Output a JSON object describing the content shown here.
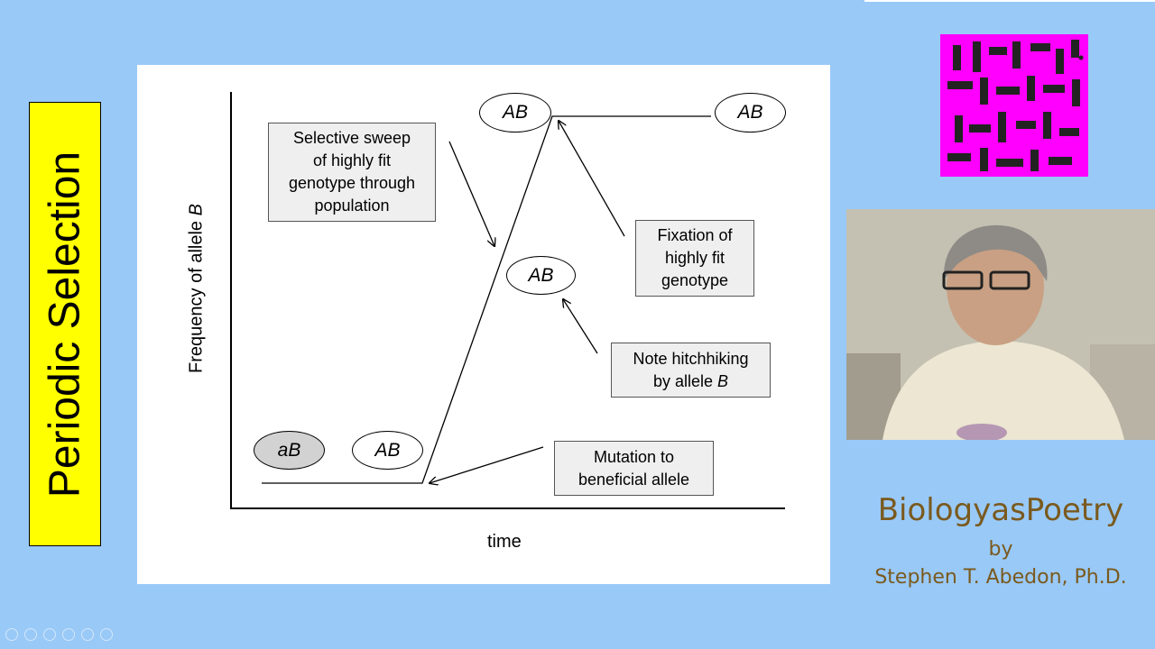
{
  "side_title": "Periodic Selection",
  "graph": {
    "y_axis_label": "Frequency of allele ",
    "y_axis_label_italic": "B",
    "x_axis_label": "time"
  },
  "genotypes": {
    "start_mutant": "aB",
    "start_ab": "AB",
    "mid": "AB",
    "top_left": "AB",
    "top_right": "AB"
  },
  "notes": {
    "sweep": [
      "Selective sweep",
      "of highly fit",
      "genotype through",
      "population"
    ],
    "fixation": [
      "Fixation of",
      "highly fit",
      "genotype"
    ],
    "hitchhiking": [
      "Note hitchhiking",
      "by allele "
    ],
    "hitchhiking_italic": "B",
    "mutation": [
      "Mutation to",
      "beneficial allele"
    ]
  },
  "credits": {
    "brand": "BiologyasPoetry",
    "by": "by",
    "author": "Stephen T. Abedon, Ph.D."
  },
  "colors": {
    "background": "#99c9f7",
    "side_title_bg": "#ffff00",
    "credit_text": "#7a5a1e",
    "logo_magenta": "#ff00ff",
    "logo_dark": "#222222"
  }
}
